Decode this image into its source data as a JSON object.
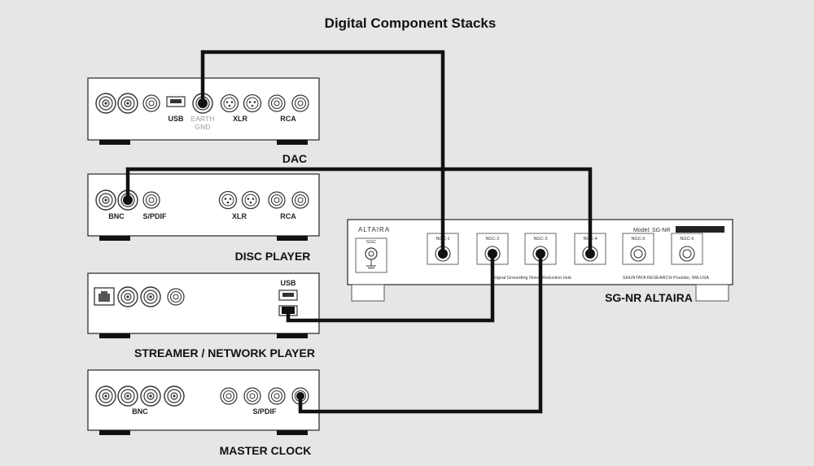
{
  "title": "Digital Component Stacks",
  "devices": {
    "dac": {
      "label": "DAC",
      "ports": {
        "usb": "USB",
        "earth": "EARTH",
        "gnd": "GND",
        "xlr": "XLR",
        "rca": "RCA"
      }
    },
    "disc_player": {
      "label": "DISC PLAYER",
      "ports": {
        "bnc": "BNC",
        "spdif": "S/PDIF",
        "xlr": "XLR",
        "rca": "RCA"
      }
    },
    "streamer": {
      "label": "STREAMER / NETWORK PLAYER",
      "ports": {
        "usb": "USB"
      }
    },
    "master_clock": {
      "label": "MASTER CLOCK",
      "ports": {
        "bnc": "BNC",
        "spdif": "S/PDIF"
      }
    }
  },
  "hub": {
    "label": "SG-NR ALTAIRA",
    "brand": "ALTAIRA",
    "model": "Model: SG-NR",
    "ground_label": "SGC",
    "port_labels": [
      "NGC-1",
      "NGC-2",
      "NGC-3",
      "NGC-4",
      "NGC-5",
      "NGC-6"
    ],
    "subtitle": "Signal Grounding Noise Reduction Hub",
    "maker": "SHUNYATA RESEARCH  Poulsbo, WA  USA"
  }
}
